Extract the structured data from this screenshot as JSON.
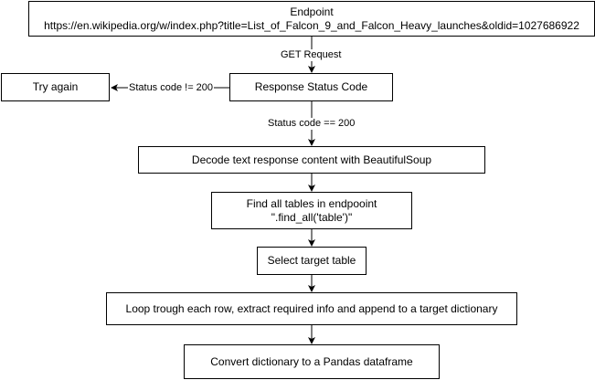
{
  "nodes": {
    "endpoint": {
      "line1": "Endpoint",
      "line2": "https://en.wikipedia.org/w/index.php?title=List_of_Falcon_9_and_Falcon_Heavy_launches&oldid=1027686922"
    },
    "status": {
      "label": "Response Status Code"
    },
    "retry": {
      "label": "Try again"
    },
    "decode": {
      "label": "Decode text response content with BeautifulSoup"
    },
    "find_tables": {
      "line1": "Find all tables in endpooint",
      "line2": "\".find_all('table')\""
    },
    "select": {
      "label": "Select target table"
    },
    "loop": {
      "label": "Loop trough each row, extract required info and append to a target dictionary"
    },
    "convert": {
      "label": "Convert dictionary to a Pandas dataframe"
    }
  },
  "edges": {
    "get_request": "GET Request",
    "not_200": "Status code != 200",
    "is_200": "Status code == 200"
  }
}
